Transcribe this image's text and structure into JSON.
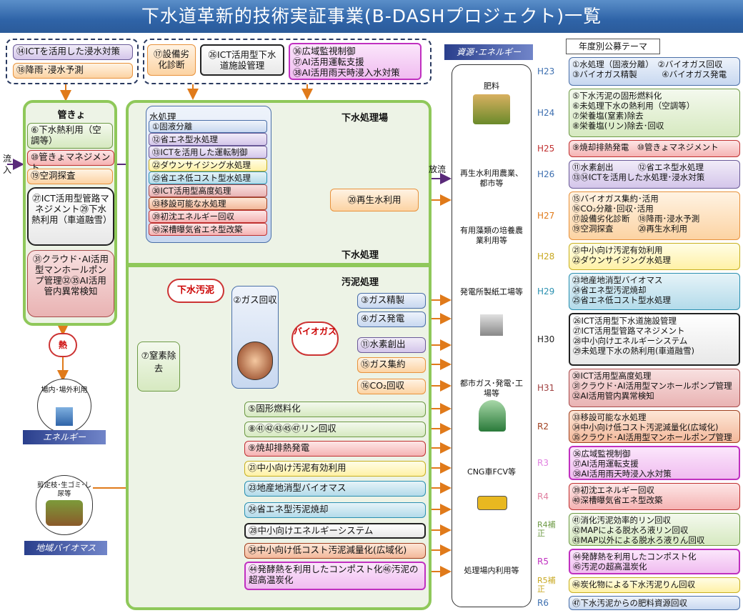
{
  "title": "下水道革新的技術実証事業(B-DASHプロジェクト)一覧",
  "top_groups": {
    "g1": [
      "⑭ICTを活用した浸水対策",
      "⑱降雨･浸水予測"
    ],
    "g2a": "⑰設備劣化診断",
    "g2b": "㉖ICT活用型下水道施設管理",
    "g2c": [
      "㊱広域監視制御",
      "㊲AI活用運転支援",
      "㊳AI活用雨天時浸入水対策"
    ]
  },
  "pipe": {
    "title": "管きょ",
    "inflow": "流入",
    "items": [
      "⑥下水熱利用（空調等）",
      "⑩管きょマネジメント",
      "⑲空洞探査"
    ],
    "ict": "㉗ICT活用型管路マネジメント㉙下水熱利用（車道融雪）",
    "cloud": "㉛クラウド･AI活用型マンホールポンプ管理㉜㉟AI活用管内異常検知",
    "heat": "熱",
    "site_use": "場内･場外利用",
    "energy_banner": "エネルギー"
  },
  "plant": {
    "title": "下水処理場",
    "water_title": "水処理",
    "water_items": [
      "①固液分離",
      "⑫省エネ型水処理",
      "⑬ICTを活用した運転制御",
      "㉒ダウンサイジング水処理",
      "㉕省エネ低コスト型水処理",
      "㉚ICT活用型高度処理",
      "㉝移設可能な水処理",
      "㊴初沈エネルギー回収",
      "㊵深槽曝気省エネ型改築"
    ],
    "discharge": "放流",
    "reuse": "⑳再生水利用",
    "treat_label": "下水処理",
    "sludge_label": "汚泥処理",
    "sludge": "下水汚泥",
    "gas_recovery": "②ガス回収",
    "biogas": "バイオガス",
    "nitrogen": "⑦窒素除去",
    "gas_items": [
      "③ガス精製",
      "④ガス発電",
      "⑪水素創出",
      "⑮ガス集約",
      "⑯CO₂回収"
    ],
    "sludge_items": [
      "⑤固形燃料化",
      "⑧㊶㊷㊸㊺㊼リン回収",
      "⑨焼却排熱発電",
      "㉑中小向け汚泥有効利用",
      "㉓地産地消型バイオマス",
      "㉔省エネ型汚泥焼却",
      "㉘中小向けエネルギーシステム",
      "㉞中小向け低コスト汚泥減量化(広域化)",
      "㊹発酵熱を利用したコンポスト化㊻汚泥の超高温炭化"
    ],
    "local_src": "剪定枝･生ゴミ･し尿等",
    "local_banner": "地域バイオマス"
  },
  "energy": {
    "banner": "資源･エネルギー",
    "uses": [
      "肥料",
      "再生水利用農業、都市等",
      "有用藻類の培養農業利用等",
      "発電所製紙工場等",
      "都市ガス･発電･工場等",
      "CNG車FCV等",
      "処理場内利用等"
    ]
  },
  "legend": {
    "title": "年度別公募テーマ",
    "rows": [
      {
        "year": "H23",
        "color": "#3d6fb0",
        "bg": "bluebox",
        "lines": [
          "①水処理（固液分離）　②バイオガス回収",
          "③バイオガス精製　　　④バイオガス発電"
        ]
      },
      {
        "year": "H24",
        "color": "#3d6fb0",
        "bg": "gbox2",
        "lines": [
          "⑤下水汚泥の固形燃料化",
          "⑥未処理下水の熱利用（空調等）",
          "⑦栄養塩(窒素)除去",
          "⑧栄養塩(リン)除去･回収"
        ]
      },
      {
        "year": "H25",
        "color": "#c03030",
        "bg": "redbox",
        "lines": [
          "⑨焼却排熱発電　⑩管きょマネジメント"
        ]
      },
      {
        "year": "H26",
        "color": "#3d6fb0",
        "bg": "lavbox",
        "lines": [
          "⑪水素創出　　　⑫省エネ型水処理",
          "⑬⑭ICTを活用した水処理･浸水対策"
        ]
      },
      {
        "year": "H27",
        "color": "#e07a1a",
        "bg": "peach",
        "lines": [
          "⑮バイオガス集約･活用",
          "⑯CO₂分離･回収･活用",
          "⑰設備劣化診断　⑱降雨･浸水予測",
          "⑲空洞探査　　　⑳再生水利用"
        ]
      },
      {
        "year": "H28",
        "color": "#c8a820",
        "bg": "yelbox",
        "lines": [
          "㉑中小向け汚泥有効利用",
          "㉒ダウンサイジング水処理"
        ]
      },
      {
        "year": "H29",
        "color": "#2a90b0",
        "bg": "tealbox",
        "lines": [
          "㉓地産地消型バイオマス",
          "㉔省エネ型汚泥焼却",
          "㉕省エネ低コスト型水処理"
        ]
      },
      {
        "year": "H30",
        "color": "#222",
        "bg": "blackbox",
        "lines": [
          "㉖ICT活用型下水道施設管理",
          "㉗ICT活用型管路マネジメント",
          "㉘中小向けエネルギーシステム",
          "㉙未処理下水の熱利用(車道融雪)"
        ]
      },
      {
        "year": "H31",
        "color": "#a04040",
        "bg": "pinkbox",
        "lines": [
          "㉚ICT活用型高度処理",
          "㉛クラウド･AI活用型マンホールポンプ管理",
          "㉜AI活用管内異常検知"
        ]
      },
      {
        "year": "R2",
        "color": "#a04020",
        "bg": "brnbox",
        "lines": [
          "㉝移設可能な水処理",
          "㉞中小向け低コスト汚泥減量化(広域化)",
          "㉟クラウド･AI活用型マンホールポンプ管理"
        ]
      },
      {
        "year": "R3",
        "color": "#e080e0",
        "bg": "magbox",
        "lines": [
          "㊱広域監視制御",
          "㊲AI活用運転支援",
          "㊳AI活用雨天時浸入水対策"
        ]
      },
      {
        "year": "R4",
        "color": "#e080a0",
        "bg": "redbox",
        "lines": [
          "㊴初沈エネルギー回収",
          "㊵深槽曝気省エネ型改築"
        ]
      },
      {
        "year": "R4補正",
        "color": "#6d9a45",
        "bg": "gbox2",
        "lines": [
          "㊶消化汚泥効率的リン回収",
          "㊷MAPによる脱水ろ液リン回収",
          "㊸MAP以外による脱水ろ液りん回収"
        ]
      },
      {
        "year": "R5",
        "color": "#c030c0",
        "bg": "magbox",
        "lines": [
          "㊹発酵熱を利用したコンポスト化",
          "㊺汚泥の超高温炭化"
        ]
      },
      {
        "year": "R5補正",
        "color": "#c8a820",
        "bg": "yelbox",
        "lines": [
          "㊻炭化物による下水汚泥りん回収"
        ]
      },
      {
        "year": "R6",
        "color": "#3d6fb0",
        "bg": "bluebox",
        "lines": [
          "㊼下水汚泥からの肥料資源回収"
        ]
      }
    ]
  },
  "colors": {
    "title_bar": "#2f64a8",
    "green_border": "#8fc85a",
    "flow_orange": "#e07a1a",
    "flow_purple": "#5a2a7a"
  }
}
